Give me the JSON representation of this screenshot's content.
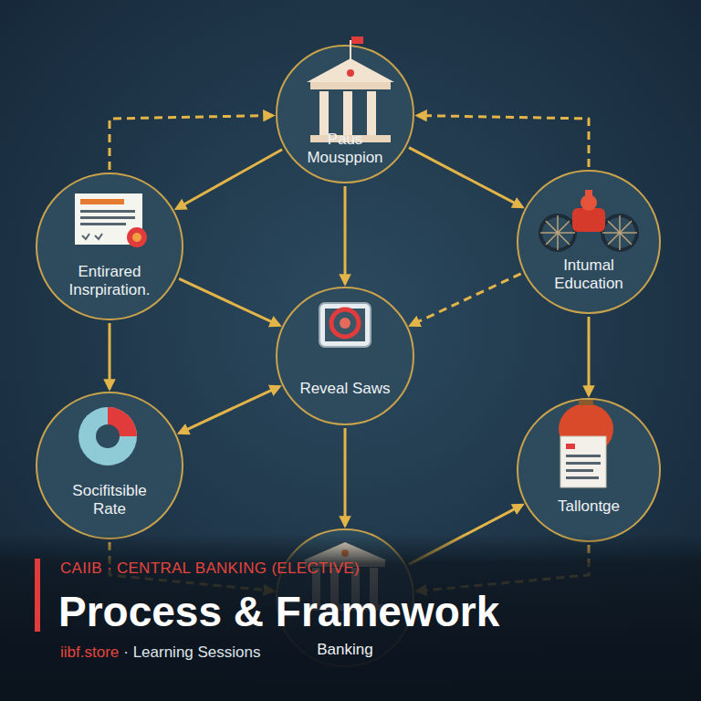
{
  "diagram": {
    "title": "Process & Framework",
    "nodes": [
      {
        "text": [
          "Paus Mousppion"
        ]
      },
      {
        "text": [
          "Entirared Insrpiration."
        ]
      },
      {
        "text": [
          "Intumal Education"
        ]
      },
      {
        "text": [
          "Reveal Saws"
        ]
      },
      {
        "text": [
          "Socifitsible Rate"
        ]
      },
      {
        "text": [
          "Tallontge"
        ]
      },
      {
        "text": [
          "Banking"
        ]
      }
    ],
    "edges": [
      {
        "from": 1,
        "to": 0,
        "arrow": "to"
      },
      {
        "from": 0,
        "to": 1,
        "arrow": "to"
      },
      {
        "from": 2,
        "to": 0,
        "arrow": "to"
      },
      {
        "from": 0,
        "to": 2,
        "arrow": "to"
      },
      {
        "from": 0,
        "to": 3,
        "arrow": "to"
      },
      {
        "from": 1,
        "to": 3,
        "arrow": "to"
      },
      {
        "from": 1,
        "to": 4,
        "arrow": "to"
      },
      {
        "from": 2,
        "to": 3,
        "arrow": "to"
      },
      {
        "from": 2,
        "to": 5,
        "arrow": "to"
      },
      {
        "from": 3,
        "to": 4,
        "arrow": "both"
      },
      {
        "from": 3,
        "to": 6,
        "arrow": "to"
      },
      {
        "from": 6,
        "to": 5,
        "arrow": "to"
      },
      {
        "from": 5,
        "to": 6,
        "arrow": "to"
      },
      {
        "from": 4,
        "to": 6,
        "arrow": "to"
      }
    ],
    "labels": [
      "CAIIB · CENTRAL BANKING (ELECTIVE)",
      "iibf.store",
      "· Learning Sessions"
    ]
  }
}
